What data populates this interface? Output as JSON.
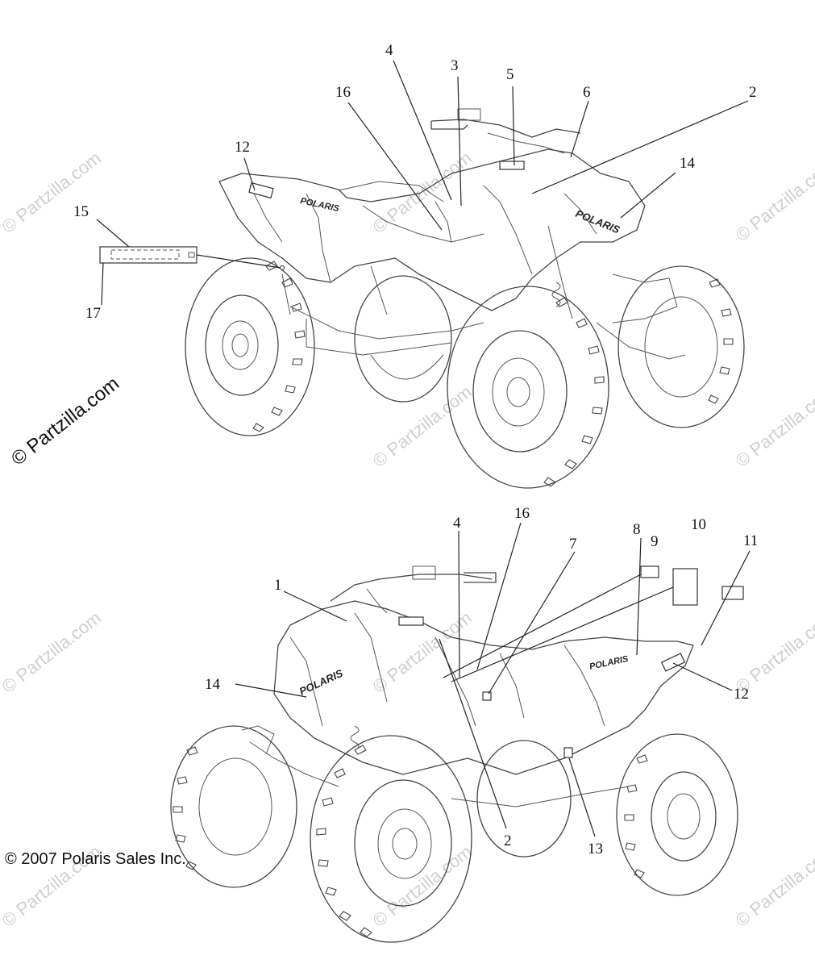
{
  "watermark": {
    "text": "© Partzilla.com"
  },
  "copyright": "© 2007 Polaris Sales Inc.",
  "top_view": {
    "logo": "POLARIS",
    "callouts": [
      {
        "id": "t1",
        "label": "4"
      },
      {
        "id": "t2",
        "label": "3"
      },
      {
        "id": "t3",
        "label": "5"
      },
      {
        "id": "t4",
        "label": "16"
      },
      {
        "id": "t5",
        "label": "6"
      },
      {
        "id": "t6",
        "label": "2"
      },
      {
        "id": "t7",
        "label": "12"
      },
      {
        "id": "t8",
        "label": "14"
      },
      {
        "id": "t9",
        "label": "15"
      },
      {
        "id": "t10",
        "label": "17"
      }
    ]
  },
  "bottom_view": {
    "logo": "POLARIS",
    "callouts": [
      {
        "id": "b1",
        "label": "4"
      },
      {
        "id": "b2",
        "label": "16"
      },
      {
        "id": "b3",
        "label": "9"
      },
      {
        "id": "b4",
        "label": "10"
      },
      {
        "id": "b5",
        "label": "8"
      },
      {
        "id": "b6",
        "label": "7"
      },
      {
        "id": "b7",
        "label": "11"
      },
      {
        "id": "b8",
        "label": "1"
      },
      {
        "id": "b9",
        "label": "14"
      },
      {
        "id": "b10",
        "label": "12"
      },
      {
        "id": "b11",
        "label": "2"
      },
      {
        "id": "b12",
        "label": "13"
      }
    ]
  }
}
